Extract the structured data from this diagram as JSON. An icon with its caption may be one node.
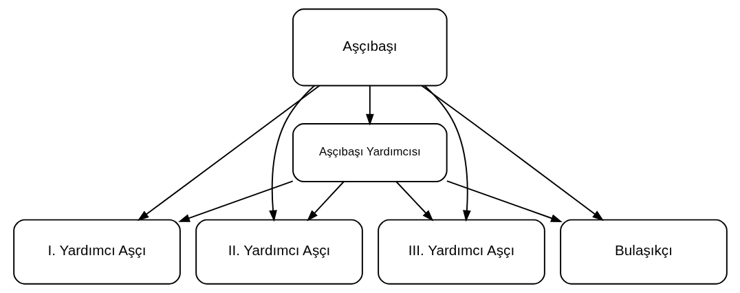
{
  "diagram": {
    "nodes": [
      {
        "text": [
          "Aşçıbaşı"
        ]
      },
      {
        "text": [
          "Aşçıbaşı Yardımcısı"
        ]
      },
      {
        "text": [
          "I. Yardımcı Aşçı"
        ]
      },
      {
        "text": [
          "II. Yardımcı Aşçı"
        ]
      },
      {
        "text": [
          "III. Yardımcı Aşçı"
        ]
      },
      {
        "text": [
          "Bulaşıkçı"
        ]
      }
    ],
    "edges": [
      {
        "from": 0,
        "to": 1,
        "arrow": "to"
      },
      {
        "from": 0,
        "to": 2,
        "arrow": "to"
      },
      {
        "from": 0,
        "to": 3,
        "arrow": "to"
      },
      {
        "from": 0,
        "to": 4,
        "arrow": "to"
      },
      {
        "from": 0,
        "to": 5,
        "arrow": "to"
      },
      {
        "from": 1,
        "to": 2,
        "arrow": "to"
      },
      {
        "from": 1,
        "to": 3,
        "arrow": "to"
      },
      {
        "from": 1,
        "to": 4,
        "arrow": "to"
      },
      {
        "from": 1,
        "to": 5,
        "arrow": "to"
      }
    ]
  }
}
